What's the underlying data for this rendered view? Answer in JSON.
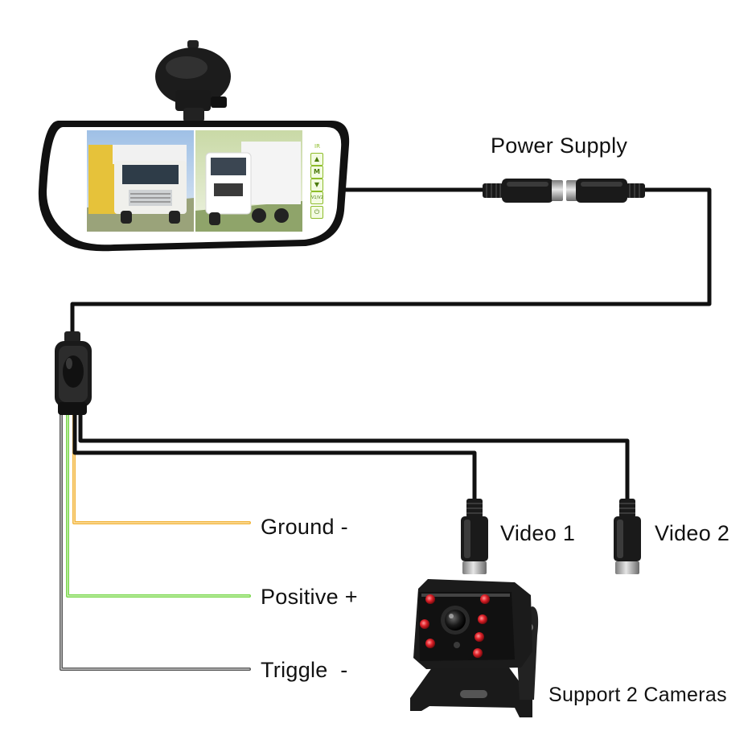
{
  "labels": {
    "power_supply": "Power Supply",
    "video1": "Video 1",
    "video2": "Video 2",
    "ground": "Ground -",
    "positive": "Positive +",
    "triggle": "Triggle  -",
    "support": "Support 2 Cameras"
  },
  "mirror": {
    "buttons": [
      "▲",
      "M",
      "▼",
      "V1/V2",
      "⏻"
    ],
    "indicator": "IR"
  },
  "colors": {
    "cable": "#111111",
    "ground_wire": "#f2b43a",
    "positive_wire": "#79d64b",
    "triggle_wire": "#555555",
    "led": "#e0222a",
    "button_accent": "#8ebd2a"
  },
  "icons": {
    "mirror_monitor": "rearview-mirror-monitor-icon",
    "suction_mount": "suction-cup-mount-icon",
    "camera": "backup-camera-icon",
    "connector": "aviation-connector-icon"
  }
}
